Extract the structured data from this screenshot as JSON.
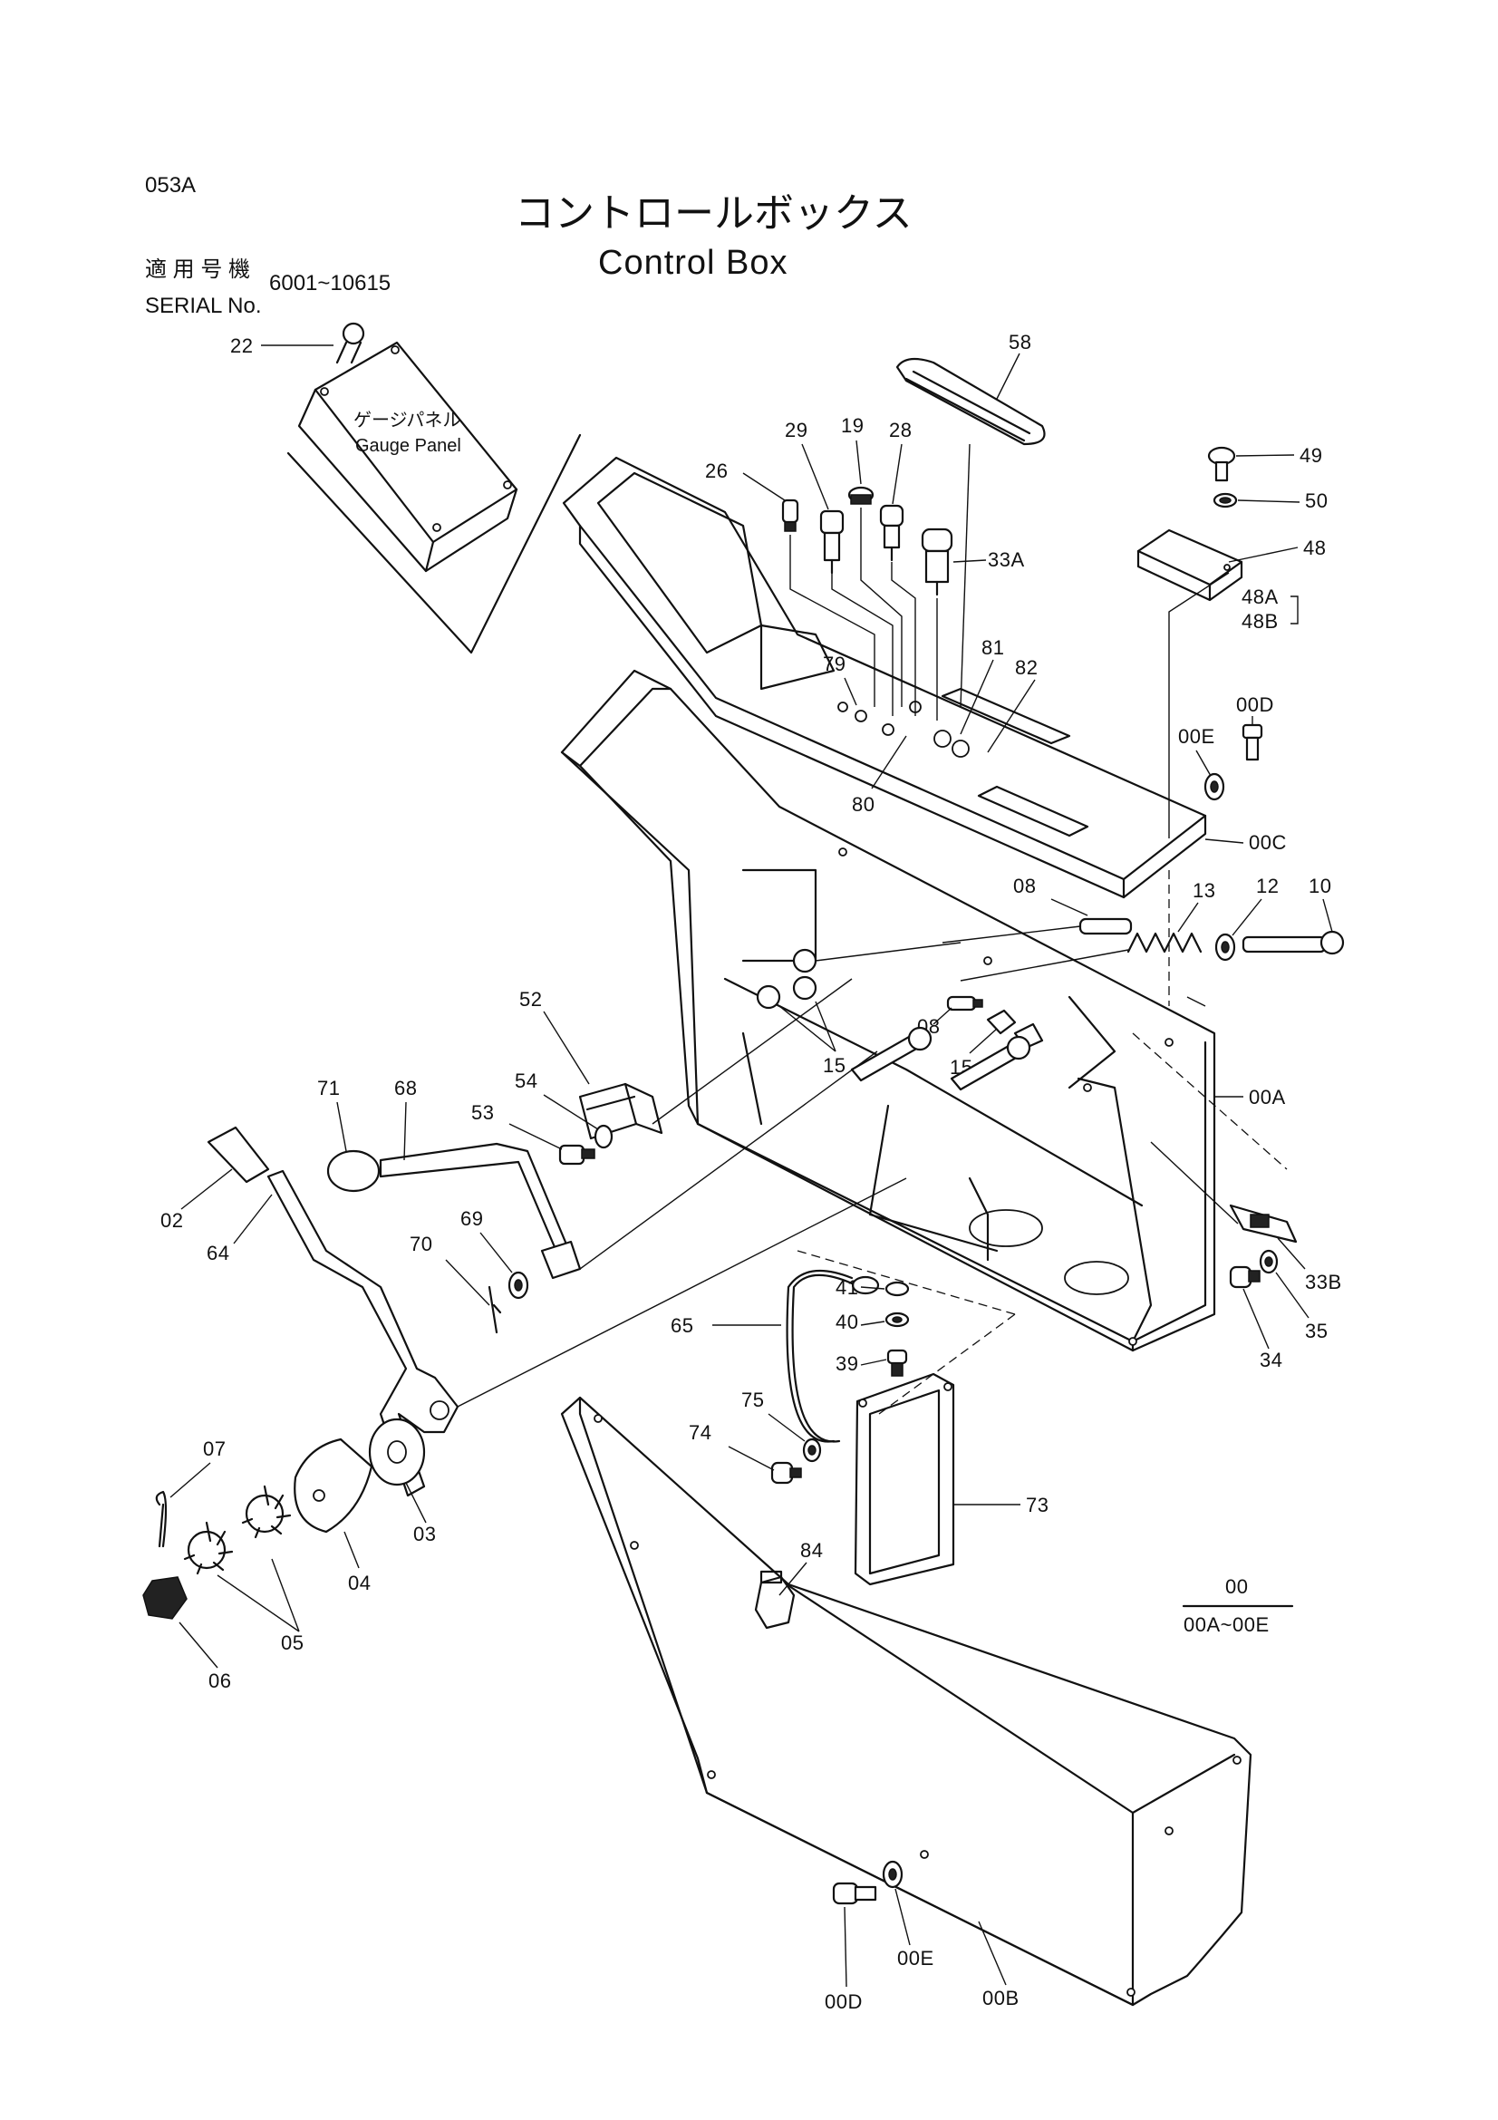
{
  "header": {
    "page_code": "053A",
    "title_jp": "コントロールボックス",
    "title_en": "Control Box"
  },
  "serial": {
    "label_jp": "適 用 号 機",
    "label_en": "SERIAL No.",
    "range": "6001~10615"
  },
  "gauge_panel": {
    "label_jp": "ゲージパネル",
    "label_en": "Gauge Panel"
  },
  "parts": {
    "p22": "22",
    "p58": "58",
    "p29": "29",
    "p19": "19",
    "p28": "28",
    "p26": "26",
    "p33a": "33A",
    "p49": "49",
    "p50": "50",
    "p48": "48",
    "p48a": "48A",
    "p48b": "48B",
    "p79": "79",
    "p81": "81",
    "p82": "82",
    "p80": "80",
    "p00d_top": "00D",
    "p00e_top": "00E",
    "p00c": "00C",
    "p08_a": "08",
    "p13": "13",
    "p12": "12",
    "p10": "10",
    "p08_b": "08",
    "p15_a": "15",
    "p15_b": "15",
    "p52": "52",
    "p54": "54",
    "p53": "53",
    "p71": "71",
    "p68": "68",
    "p00a": "00A",
    "p02": "02",
    "p64": "64",
    "p69": "69",
    "p70": "70",
    "p33b": "33B",
    "p35": "35",
    "p34": "34",
    "p41": "41",
    "p40": "40",
    "p65": "65",
    "p39": "39",
    "p75": "75",
    "p74": "74",
    "p73": "73",
    "p07": "07",
    "p84": "84",
    "p03": "03",
    "p04": "04",
    "p05": "05",
    "p06": "06",
    "p00e_bot": "00E",
    "p00d_bot": "00D",
    "p00b": "00B"
  },
  "assembly": {
    "code": "00",
    "range": "00A~00E"
  }
}
